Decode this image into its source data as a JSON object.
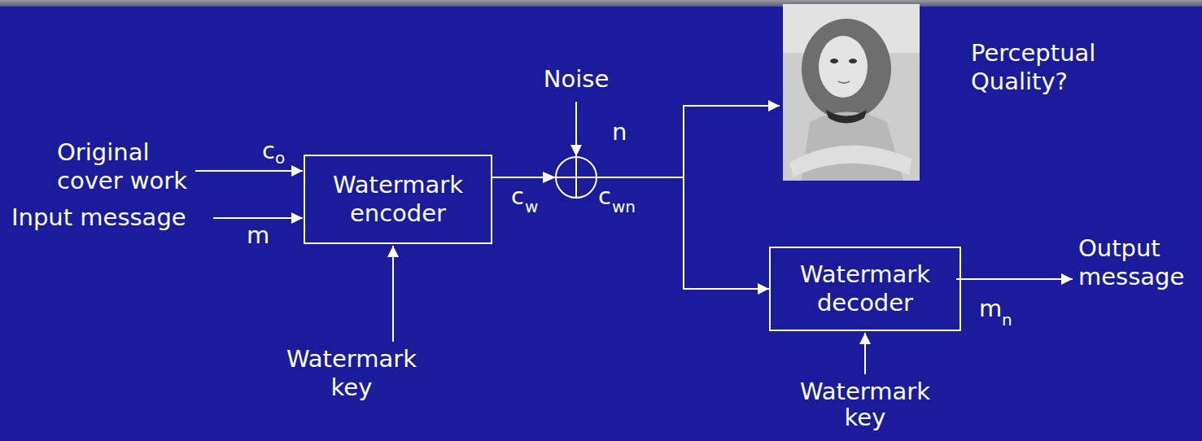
{
  "diagram": {
    "nodes": [
      {
        "text": [
          "Watermark encoder"
        ]
      },
      {
        "text": [
          "Watermark decoder"
        ]
      }
    ],
    "edges": [
      {
        "from": 0,
        "to": 1,
        "arrow": "to"
      }
    ],
    "labels": [
      "Noise",
      "n",
      "Perceptual Quality?",
      "Original cover work",
      "c",
      "o",
      "Input message",
      "m",
      "Watermark key",
      "c",
      "w",
      "c",
      "wn",
      "m",
      "n",
      "Output message",
      "Watermark key"
    ]
  }
}
